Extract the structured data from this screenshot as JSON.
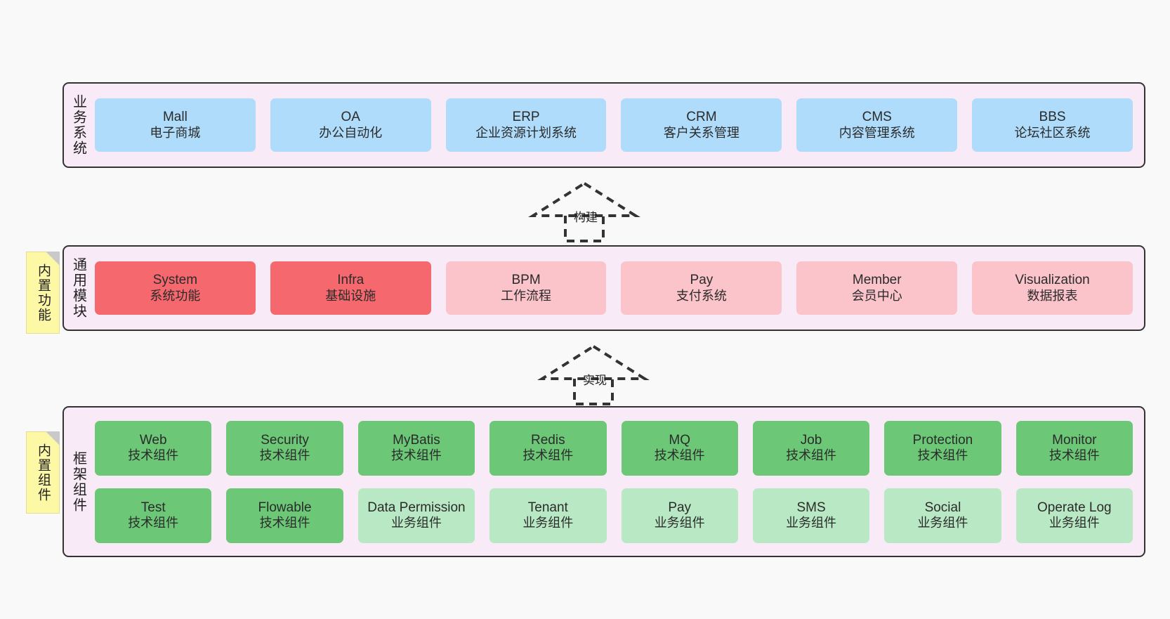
{
  "diagram": {
    "background_color": "#f9f9f9",
    "layer_fill": "#f8eaf6",
    "layer_border": "#333333",
    "sticky_color": "#fcf8a6"
  },
  "layers": [
    {
      "id": "business-system",
      "title": "业务系统",
      "rows": [
        {
          "cells": [
            {
              "en": "Mall",
              "cn": "电子商城",
              "color": "#aedcfa"
            },
            {
              "en": "OA",
              "cn": "办公自动化",
              "color": "#aedcfa"
            },
            {
              "en": "ERP",
              "cn": "企业资源计划系统",
              "color": "#aedcfa"
            },
            {
              "en": "CRM",
              "cn": "客户关系管理",
              "color": "#aedcfa"
            },
            {
              "en": "CMS",
              "cn": "内容管理系统",
              "color": "#aedcfa"
            },
            {
              "en": "BBS",
              "cn": "论坛社区系统",
              "color": "#aedcfa"
            }
          ]
        }
      ]
    },
    {
      "id": "common-module",
      "title": "通用模块",
      "sticky": "内置功能",
      "rows": [
        {
          "cells": [
            {
              "en": "System",
              "cn": "系统功能",
              "color": "#f4686e"
            },
            {
              "en": "Infra",
              "cn": "基础设施",
              "color": "#f4686e"
            },
            {
              "en": "BPM",
              "cn": "工作流程",
              "color": "#fbc3ca"
            },
            {
              "en": "Pay",
              "cn": "支付系统",
              "color": "#fbc3ca"
            },
            {
              "en": "Member",
              "cn": "会员中心",
              "color": "#fbc3ca"
            },
            {
              "en": "Visualization",
              "cn": "数据报表",
              "color": "#fbc3ca"
            }
          ]
        }
      ]
    },
    {
      "id": "framework-component",
      "title": "框架组件",
      "sticky": "内置组件",
      "rows": [
        {
          "cells": [
            {
              "en": "Web",
              "cn": "技术组件",
              "color": "#6cc777"
            },
            {
              "en": "Security",
              "cn": "技术组件",
              "color": "#6cc777"
            },
            {
              "en": "MyBatis",
              "cn": "技术组件",
              "color": "#6cc777"
            },
            {
              "en": "Redis",
              "cn": "技术组件",
              "color": "#6cc777"
            },
            {
              "en": "MQ",
              "cn": "技术组件",
              "color": "#6cc777"
            },
            {
              "en": "Job",
              "cn": "技术组件",
              "color": "#6cc777"
            },
            {
              "en": "Protection",
              "cn": "技术组件",
              "color": "#6cc777"
            },
            {
              "en": "Monitor",
              "cn": "技术组件",
              "color": "#6cc777"
            }
          ]
        },
        {
          "cells": [
            {
              "en": "Test",
              "cn": "技术组件",
              "color": "#6cc777"
            },
            {
              "en": "Flowable",
              "cn": "技术组件",
              "color": "#6cc777"
            },
            {
              "en": "Data Permission",
              "cn": "业务组件",
              "color": "#b9e8c4"
            },
            {
              "en": "Tenant",
              "cn": "业务组件",
              "color": "#b9e8c4"
            },
            {
              "en": "Pay",
              "cn": "业务组件",
              "color": "#b9e8c4"
            },
            {
              "en": "SMS",
              "cn": "业务组件",
              "color": "#b9e8c4"
            },
            {
              "en": "Social",
              "cn": "业务组件",
              "color": "#b9e8c4"
            },
            {
              "en": "Operate Log",
              "cn": "业务组件",
              "color": "#b9e8c4"
            }
          ]
        }
      ]
    }
  ],
  "connectors": [
    {
      "id": "build",
      "label": "构建",
      "style": "dashed-generalization"
    },
    {
      "id": "implement",
      "label": "实现",
      "style": "dashed-generalization"
    }
  ]
}
